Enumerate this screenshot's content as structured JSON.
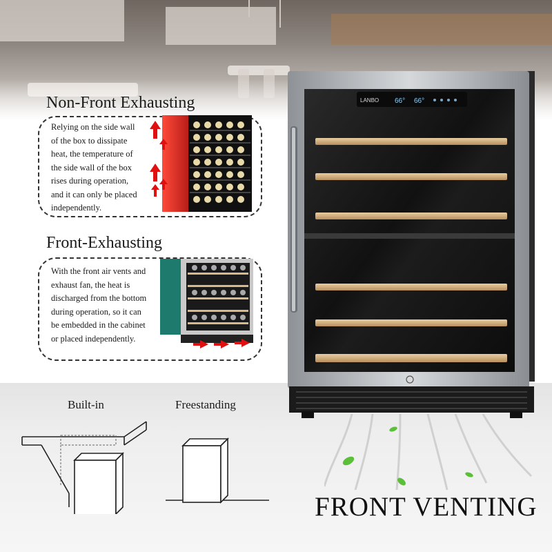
{
  "non_front": {
    "title": "Non-Front Exhausting",
    "description": "Relying on the side wall\nof the box to dissipate\nheat, the temperature of\nthe side wall of the box\nrises during operation,\nand it can only be placed\nindependently."
  },
  "front": {
    "title": "Front-Exhausting",
    "description": "With the front air vents and\nexhaust fan, the heat is\ndischarged from the bottom\nduring operation, so it can\nbe embedded in the cabinet\nor placed independently."
  },
  "install": {
    "builtin_label": "Built-in",
    "freestanding_label": "Freestanding"
  },
  "headline": "FRONT VENTING",
  "fridge": {
    "brand": "LANBO",
    "upper_temp": "66°",
    "lower_temp": "66°"
  },
  "colors": {
    "steel": "#b8bcc0",
    "glass": "#141414",
    "shelf_wood": "#d9b98a",
    "side_panel_red": "#e8322a",
    "side_panel_green": "#1f7a6e",
    "arrow_red": "#e01010",
    "leaf_green": "#5cbf3a"
  },
  "icons": [
    "heat-up-arrow-icon",
    "heat-exhaust-arrow-icon",
    "airflow-stream-icon",
    "leaf-icon",
    "door-lock-icon"
  ]
}
